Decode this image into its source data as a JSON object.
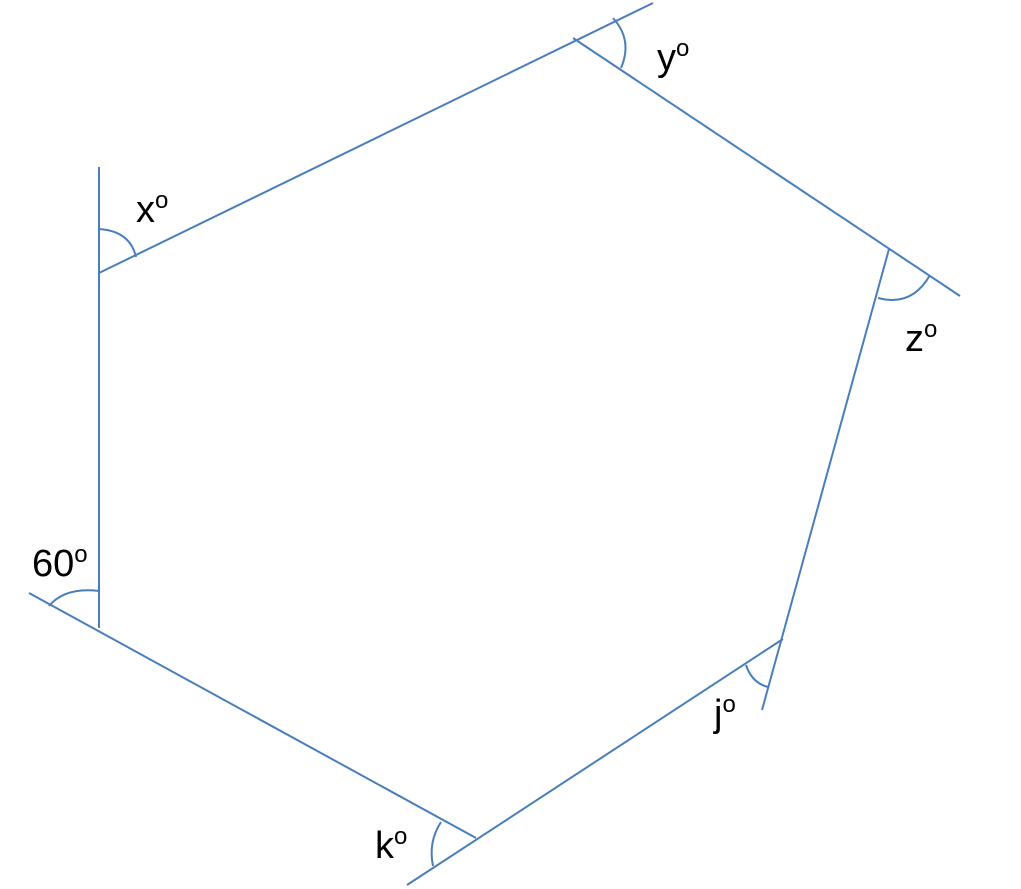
{
  "diagram": {
    "description_type": "polygon-exterior-angles",
    "stroke_color": "#4a7ebb",
    "label_color": "#000000",
    "angle_labels": {
      "given_angle": {
        "value": "60",
        "unit": "o"
      },
      "x": {
        "letter": "x",
        "unit": "o"
      },
      "y": {
        "letter": "y",
        "unit": "o"
      },
      "z": {
        "letter": "z",
        "unit": "o"
      },
      "j": {
        "letter": "j",
        "unit": "o"
      },
      "k": {
        "letter": "k",
        "unit": "o"
      }
    }
  }
}
